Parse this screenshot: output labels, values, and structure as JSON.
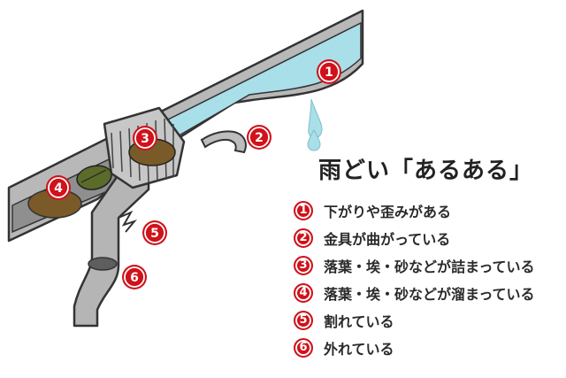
{
  "title": "雨どい「あるある」",
  "callouts": [
    "1",
    "3",
    "2",
    "4",
    "5",
    "6"
  ],
  "items": [
    {
      "num": "1",
      "text": "下がりや歪みがある"
    },
    {
      "num": "2",
      "text": "金具が曲がっている"
    },
    {
      "num": "3",
      "text": "落葉・埃・砂などが詰まっている"
    },
    {
      "num": "4",
      "text": "落葉・埃・砂などが溜まっている"
    },
    {
      "num": "5",
      "text": "割れている"
    },
    {
      "num": "6",
      "text": "外れている"
    }
  ],
  "colors": {
    "accent": "#d0121b",
    "water": "#a9dfe9",
    "gutter": "#b3b3b3",
    "gutter_dark": "#6f6f6f",
    "leaf": "#7a5a28"
  }
}
